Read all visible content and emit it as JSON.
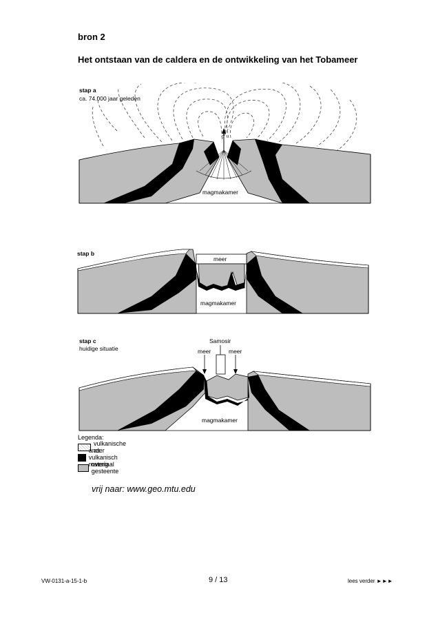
{
  "source_label": "bron 2",
  "title": "Het ontstaan van de caldera en de ontwikkeling van het Tobameer",
  "panels": {
    "a": {
      "step": "stap a",
      "subtitle": "ca. 74.000 jaar geleden",
      "chamber": "magmakamer"
    },
    "b": {
      "step": "stap b",
      "lake": "meer",
      "chamber": "magmakamer"
    },
    "c": {
      "step": "stap c",
      "subtitle": "huidige situatie",
      "island": "Samosir",
      "lake_left": "meer",
      "lake_right": "meer",
      "chamber": "magmakamer"
    }
  },
  "legend": {
    "title": "Legenda:",
    "items": [
      {
        "label": "vulkanische as",
        "color": "#ffffff"
      },
      {
        "label": "ander vulkanisch materiaal",
        "color": "#000000"
      },
      {
        "label": "overig gesteente",
        "color": "#bdbdbd"
      }
    ]
  },
  "credit": "vrij naar: www.geo.mtu.edu",
  "footer": {
    "code": "VW-0131-a-15-1-b",
    "page": "9 / 13",
    "next": "lees verder ►►►"
  },
  "colors": {
    "rock": "#bdbdbd",
    "volcanic_material": "#000000",
    "ash": "#ffffff"
  }
}
